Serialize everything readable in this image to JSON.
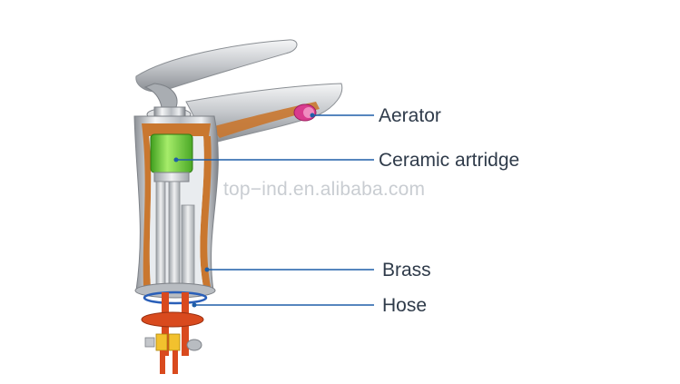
{
  "labels": {
    "aerator": "Aerator",
    "cartridge": "Ceramic artridge",
    "brass": "Brass",
    "hose": "Hose"
  },
  "watermark": "top−ind.en.alibaba.com",
  "colors": {
    "leader": "#1f5fa8",
    "text": "#2f3b4a",
    "brass": "#c9772f",
    "cartridge": "#6fcf3c",
    "aerator": "#d93b8e",
    "hose": "#d94a1e",
    "chrome": "#c9ccd0"
  }
}
